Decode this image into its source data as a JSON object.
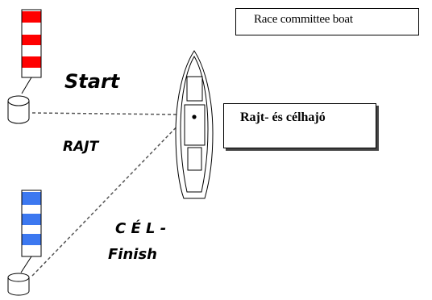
{
  "labels": {
    "race_committee_boat": "Race committee boat",
    "rajt_es_celhajo": "Rajt- és célhajó",
    "start": "Start",
    "rajt": "RAJT",
    "cel": "C É L -",
    "finish": "Finish"
  },
  "colors": {
    "start_flag_stripe": "#ff0000",
    "finish_flag_stripe": "#3c78f0",
    "line": "#555555"
  },
  "icons": {
    "start_buoy": "start-buoy-icon",
    "finish_buoy": "finish-buoy-icon",
    "boat": "committee-boat-icon",
    "start_mark": "start-flag-icon",
    "finish_mark": "finish-flag-icon"
  }
}
